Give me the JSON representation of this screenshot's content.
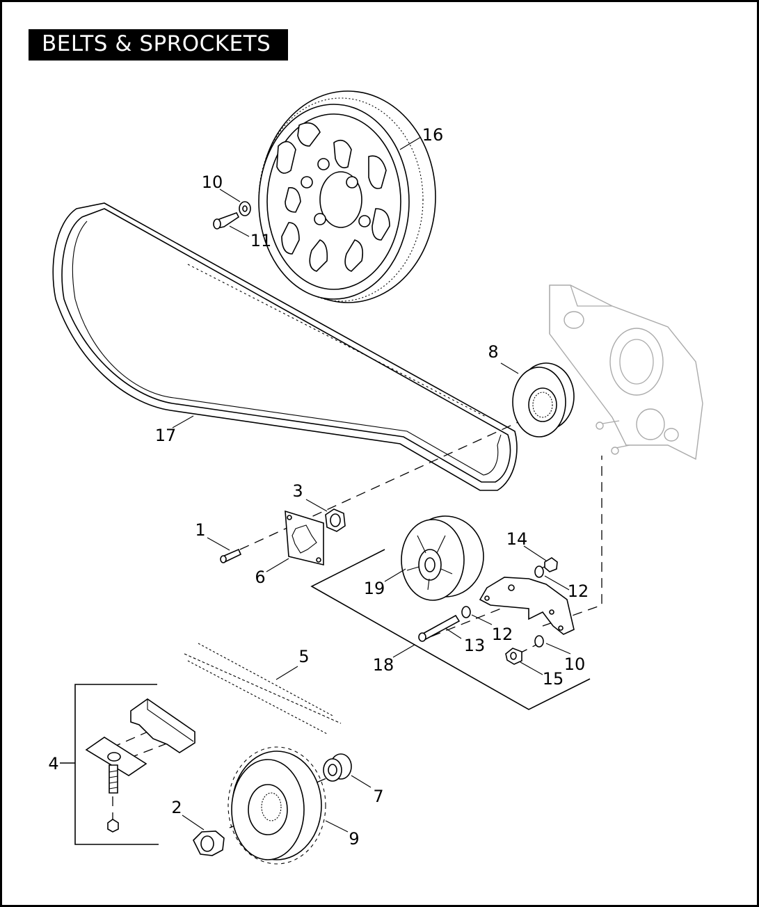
{
  "title": "BELTS & SPROCKETS",
  "callouts": [
    {
      "id": "c1",
      "label": "1"
    },
    {
      "id": "c2",
      "label": "2"
    },
    {
      "id": "c3",
      "label": "3"
    },
    {
      "id": "c4",
      "label": "4"
    },
    {
      "id": "c5",
      "label": "5"
    },
    {
      "id": "c6",
      "label": "6"
    },
    {
      "id": "c7",
      "label": "7"
    },
    {
      "id": "c8",
      "label": "8"
    },
    {
      "id": "c9",
      "label": "9"
    },
    {
      "id": "c10a",
      "label": "10"
    },
    {
      "id": "c10b",
      "label": "10"
    },
    {
      "id": "c11",
      "label": "11"
    },
    {
      "id": "c12a",
      "label": "12"
    },
    {
      "id": "c12b",
      "label": "12"
    },
    {
      "id": "c13",
      "label": "13"
    },
    {
      "id": "c14",
      "label": "14"
    },
    {
      "id": "c15",
      "label": "15"
    },
    {
      "id": "c16",
      "label": "16"
    },
    {
      "id": "c17",
      "label": "17"
    },
    {
      "id": "c18",
      "label": "18"
    },
    {
      "id": "c19",
      "label": "19"
    }
  ]
}
